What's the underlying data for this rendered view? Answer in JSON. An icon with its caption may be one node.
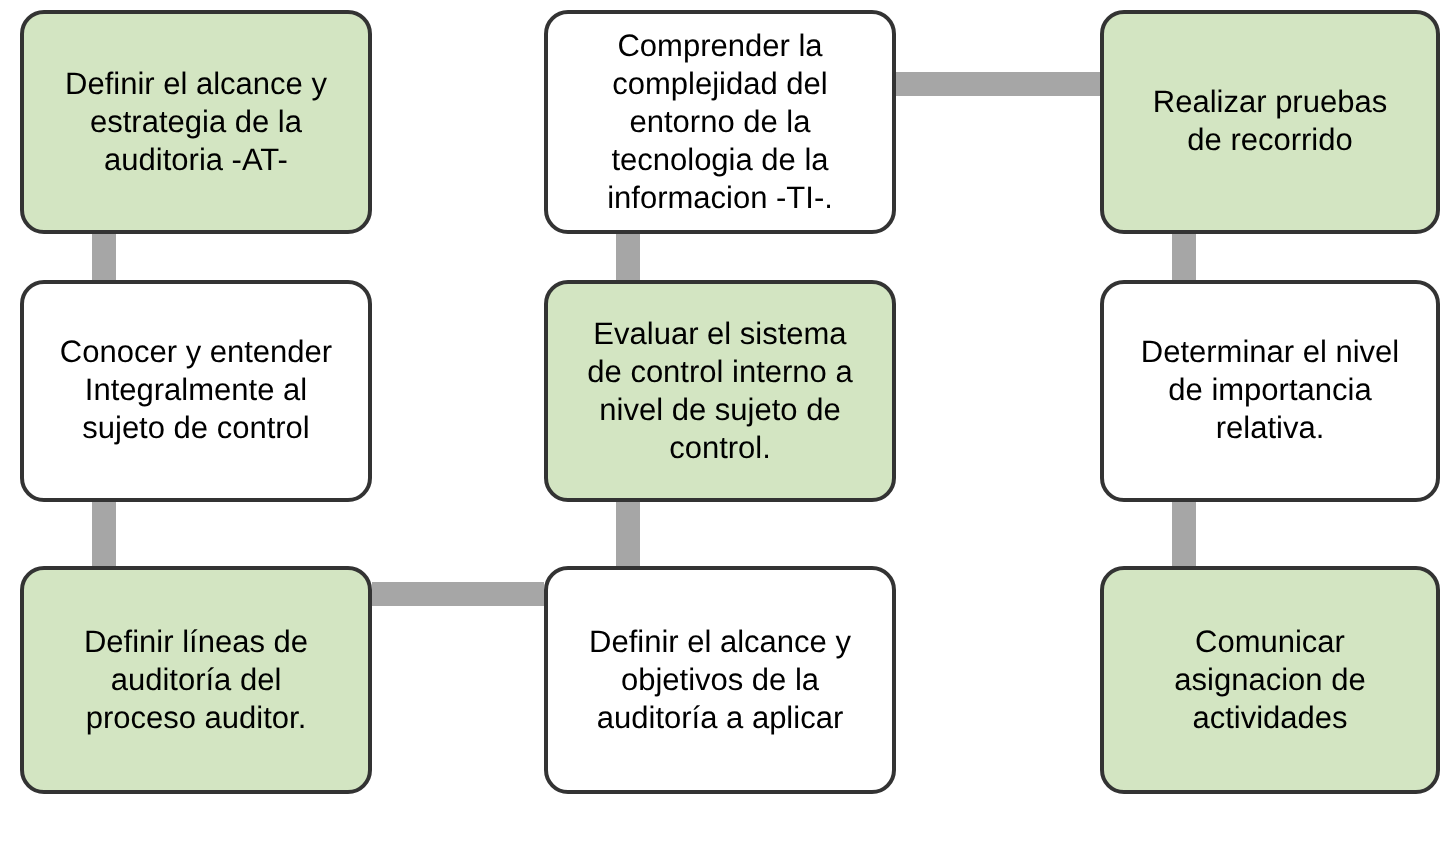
{
  "diagram": {
    "nodes": [
      {
        "text": [
          "Definir el alcance y estrategia de la auditoria -AT-"
        ]
      },
      {
        "text": [
          "Conocer y entender Integralmente al sujeto de control"
        ]
      },
      {
        "text": [
          "Definir líneas de auditoría del proceso auditor."
        ]
      },
      {
        "text": [
          "Definir el alcance y objetivos de la auditoría a aplicar"
        ]
      },
      {
        "text": [
          "Evaluar el sistema de control interno a nivel de sujeto de control."
        ]
      },
      {
        "text": [
          "Comprender la complejidad del entorno de la tecnologia de la informacion -TI-."
        ]
      },
      {
        "text": [
          "Realizar pruebas de recorrido"
        ]
      },
      {
        "text": [
          "Determinar el nivel de importancia relativa."
        ]
      },
      {
        "text": [
          "Comunicar asignacion de actividades"
        ]
      }
    ],
    "edges": [
      {
        "from": 0,
        "to": 1,
        "arrow": "none"
      },
      {
        "from": 1,
        "to": 2,
        "arrow": "none"
      },
      {
        "from": 2,
        "to": 3,
        "arrow": "none"
      },
      {
        "from": 3,
        "to": 4,
        "arrow": "none"
      },
      {
        "from": 4,
        "to": 5,
        "arrow": "none"
      },
      {
        "from": 5,
        "to": 6,
        "arrow": "none"
      },
      {
        "from": 6,
        "to": 7,
        "arrow": "none"
      },
      {
        "from": 7,
        "to": 8,
        "arrow": "none"
      }
    ]
  }
}
